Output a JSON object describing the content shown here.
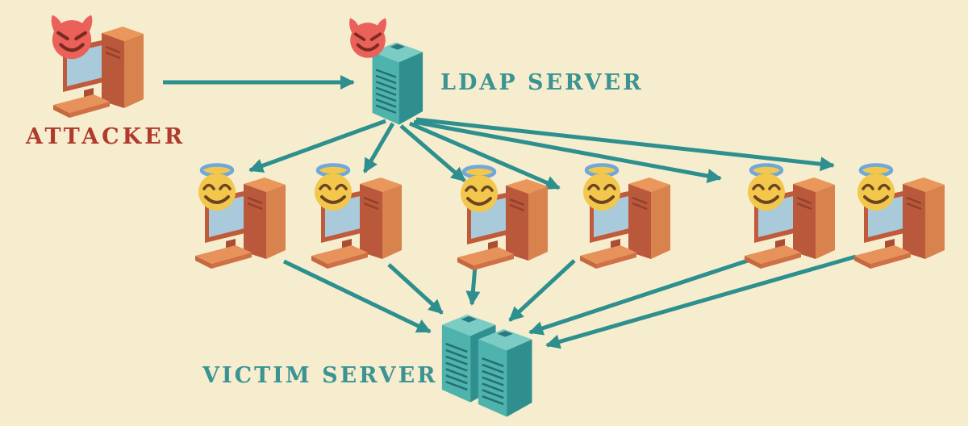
{
  "diagram": {
    "type": "ldap-reflection-ddos-attack",
    "labels": {
      "attacker": "ATTACKER",
      "ldap_server": "LDAP SERVER",
      "victim_server": "VICTIM SERVER"
    },
    "nodes": [
      {
        "id": "attacker",
        "label": "ATTACKER",
        "icon": "devil-emoji-icon",
        "machine": "desktop-computer"
      },
      {
        "id": "ldap-server",
        "label": "LDAP SERVER",
        "icon": "devil-emoji-icon",
        "machine": "server-tower"
      },
      {
        "id": "reflector-1",
        "label": "",
        "icon": "angel-emoji-icon",
        "machine": "desktop-computer"
      },
      {
        "id": "reflector-2",
        "label": "",
        "icon": "angel-emoji-icon",
        "machine": "desktop-computer"
      },
      {
        "id": "reflector-3",
        "label": "",
        "icon": "angel-emoji-icon",
        "machine": "desktop-computer"
      },
      {
        "id": "reflector-4",
        "label": "",
        "icon": "angel-emoji-icon",
        "machine": "desktop-computer"
      },
      {
        "id": "reflector-5",
        "label": "",
        "icon": "angel-emoji-icon",
        "machine": "desktop-computer"
      },
      {
        "id": "reflector-6",
        "label": "",
        "icon": "angel-emoji-icon",
        "machine": "desktop-computer"
      },
      {
        "id": "victim-server",
        "label": "VICTIM SERVER",
        "icon": "",
        "machine": "server-tower-pair"
      }
    ],
    "reflector_count": 6,
    "edges": [
      {
        "from": "attacker",
        "to": "ldap-server"
      },
      {
        "from": "ldap-server",
        "to": "reflector-1"
      },
      {
        "from": "ldap-server",
        "to": "reflector-2"
      },
      {
        "from": "ldap-server",
        "to": "reflector-3"
      },
      {
        "from": "ldap-server",
        "to": "reflector-4"
      },
      {
        "from": "ldap-server",
        "to": "reflector-5"
      },
      {
        "from": "ldap-server",
        "to": "reflector-6"
      },
      {
        "from": "reflector-1",
        "to": "victim-server"
      },
      {
        "from": "reflector-2",
        "to": "victim-server"
      },
      {
        "from": "reflector-3",
        "to": "victim-server"
      },
      {
        "from": "reflector-4",
        "to": "victim-server"
      },
      {
        "from": "reflector-5",
        "to": "victim-server"
      },
      {
        "from": "reflector-6",
        "to": "victim-server"
      }
    ],
    "colors": {
      "background": "#f6edce",
      "arrow_teal": "#2d8f8e",
      "label_teal": "#3b9393",
      "label_red": "#b03a2c",
      "server_teal_front": "#4db3ac",
      "server_teal_side": "#2f8f8e",
      "server_teal_top": "#7accc4",
      "server_vent": "#256f72",
      "computer_rust_front": "#b9583b",
      "computer_orange_side": "#d8824e",
      "computer_orange_top": "#e9975a",
      "keyboard_orange": "#e6925a",
      "screen_blue": "#a9cadb",
      "emoji_yellow": "#f2c74b",
      "emoji_red": "#ea615a",
      "halo_blue": "#6fa8dc",
      "emoji_feature_brown": "#6b4423",
      "emoji_feature_maroon": "#7b2a20"
    }
  }
}
